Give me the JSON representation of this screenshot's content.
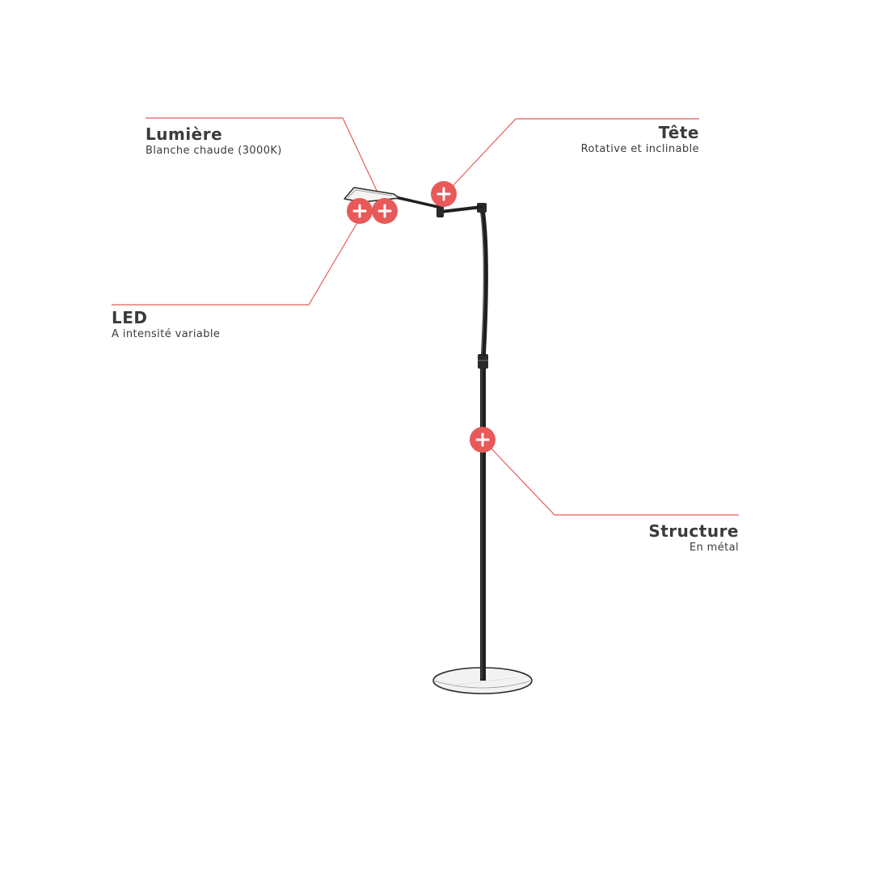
{
  "colors": {
    "accent": "#e85a5a",
    "callout_line": "#e85a5a",
    "lamp_stroke": "#2b2b2b",
    "text": "#3b3b3b"
  },
  "hotspot_icon": "plus-icon",
  "callouts": {
    "lumiere": {
      "title": "Lumière",
      "subtitle": "Blanche chaude (3000K)"
    },
    "led": {
      "title": "LED",
      "subtitle": "A intensité variable"
    },
    "tete": {
      "title": "Tête",
      "subtitle": "Rotative et inclinable"
    },
    "structure": {
      "title": "Structure",
      "subtitle": "En métal"
    }
  }
}
